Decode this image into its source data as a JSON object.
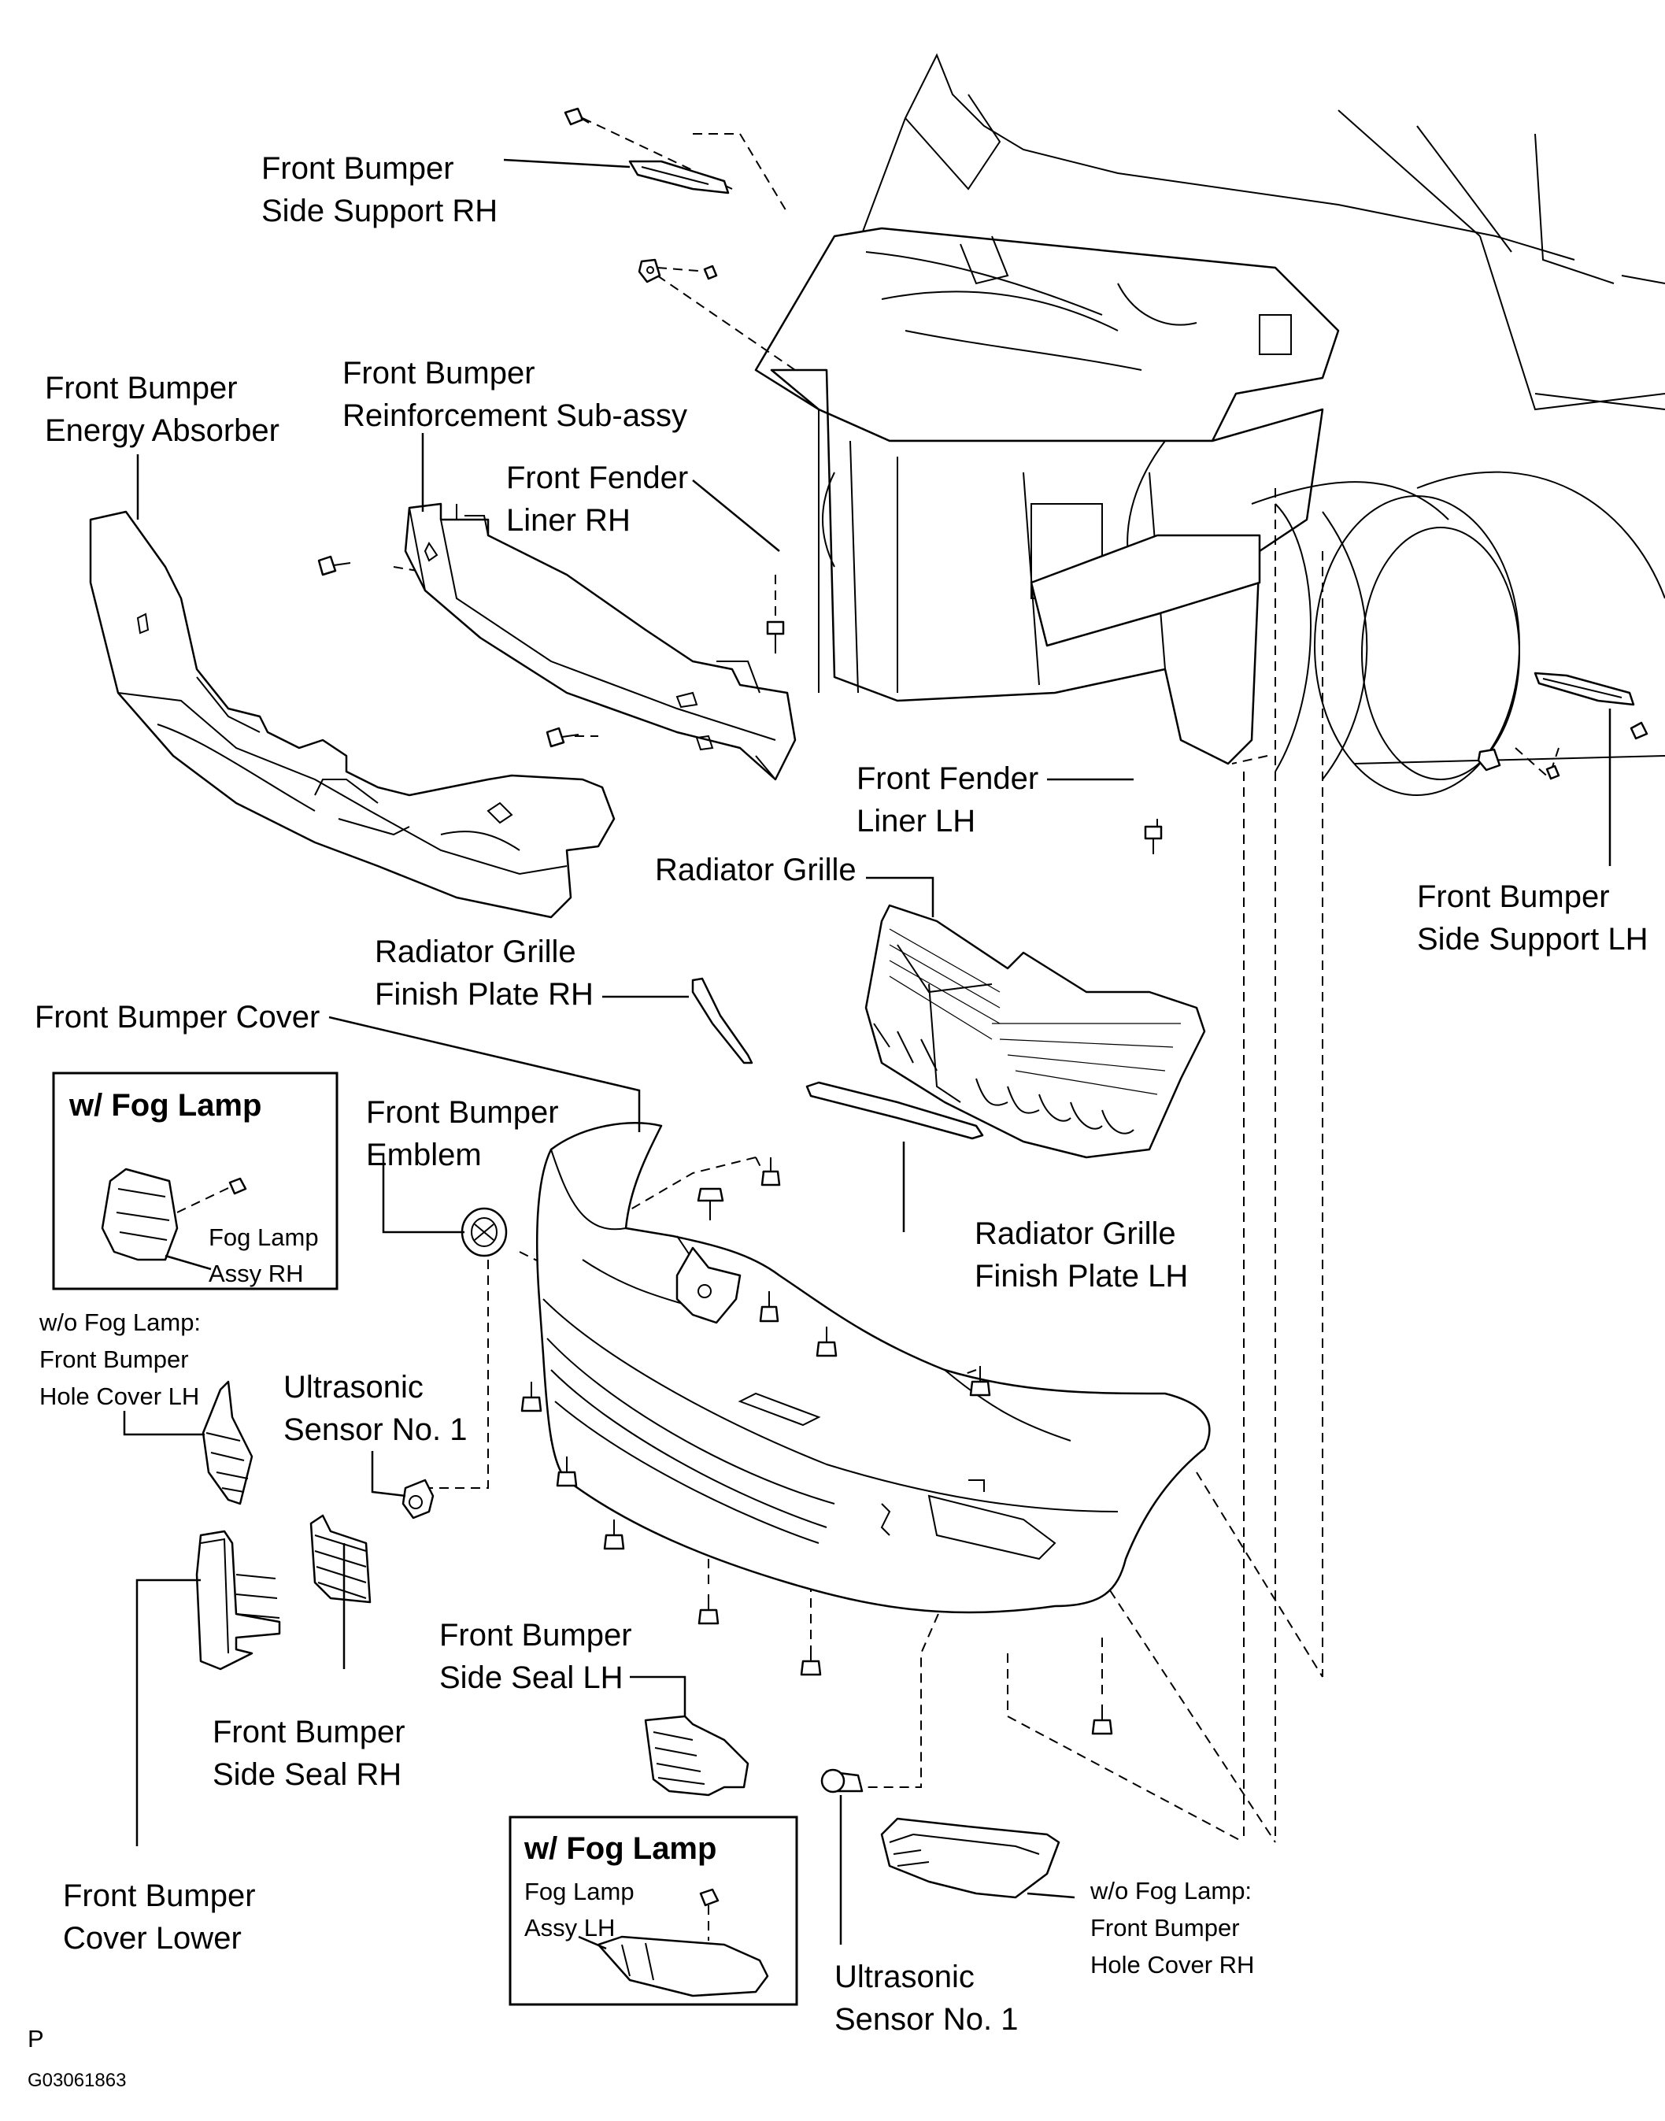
{
  "labels": {
    "side_support_rh": [
      "Front Bumper",
      "Side Support RH"
    ],
    "energy_absorber": [
      "Front Bumper",
      "Energy Absorber"
    ],
    "reinforcement": [
      "Front Bumper",
      "Reinforcement  Sub-assy"
    ],
    "fender_liner_rh": [
      "Front Fender",
      "Liner RH"
    ],
    "fender_liner_lh": [
      "Front Fender",
      "Liner LH"
    ],
    "side_support_lh": [
      "Front Bumper",
      "Side Support LH"
    ],
    "radiator_grille": "Radiator Grille",
    "grille_plate_rh": [
      "Radiator Grille",
      "Finish Plate RH"
    ],
    "bumper_cover": "Front Bumper Cover",
    "bumper_emblem": [
      "Front Bumper",
      "Emblem"
    ],
    "grille_plate_lh": [
      "Radiator Grille",
      "Finish Plate LH"
    ],
    "hole_cover_lh": [
      "w/o Fog Lamp:",
      "Front Bumper",
      "Hole Cover LH"
    ],
    "ultrasonic_1": [
      "Ultrasonic",
      "Sensor No. 1"
    ],
    "side_seal_lh": [
      "Front Bumper",
      "Side Seal LH"
    ],
    "side_seal_rh": [
      "Front Bumper",
      "Side Seal RH"
    ],
    "cover_lower": [
      "Front Bumper",
      "Cover Lower"
    ],
    "ultrasonic_2": [
      "Ultrasonic",
      "Sensor No. 1"
    ],
    "hole_cover_rh": [
      "w/o Fog Lamp:",
      "Front Bumper",
      "Hole Cover RH"
    ]
  },
  "inset_top": {
    "title": "w/ Fog Lamp",
    "part": [
      "Fog Lamp",
      "Assy RH"
    ]
  },
  "inset_bottom": {
    "title": "w/ Fog Lamp",
    "part": [
      "Fog Lamp",
      "Assy LH"
    ]
  },
  "footer": {
    "mark": "P",
    "code": "G03061863"
  }
}
